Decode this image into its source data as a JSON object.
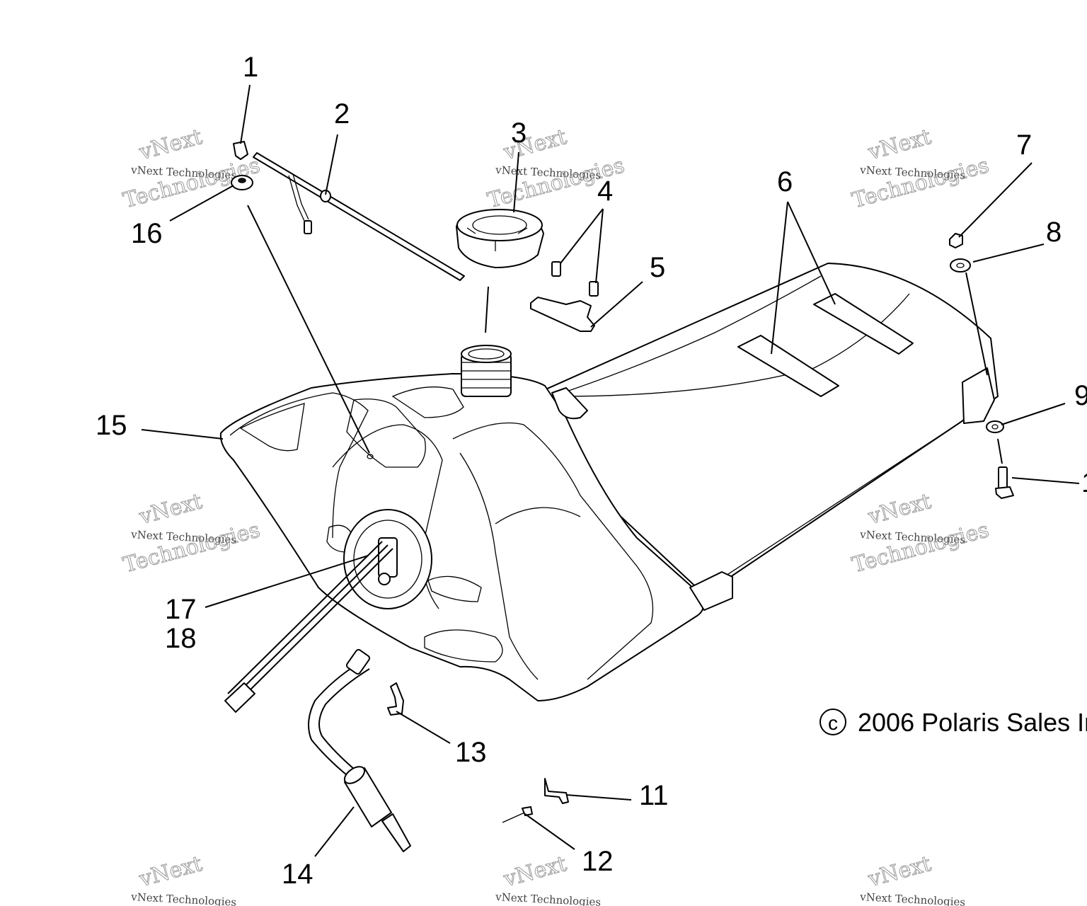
{
  "callouts": [
    "1",
    "2",
    "3",
    "4",
    "5",
    "6",
    "7",
    "8",
    "9",
    "1",
    "11",
    "12",
    "13",
    "14",
    "15",
    "16",
    "17",
    "18"
  ],
  "copyright": "2006 Polaris Sales In",
  "copyright_symbol": "c",
  "watermark": {
    "line1": "vNext Technologies",
    "line2": "vNext",
    "line3": "Technologies"
  }
}
